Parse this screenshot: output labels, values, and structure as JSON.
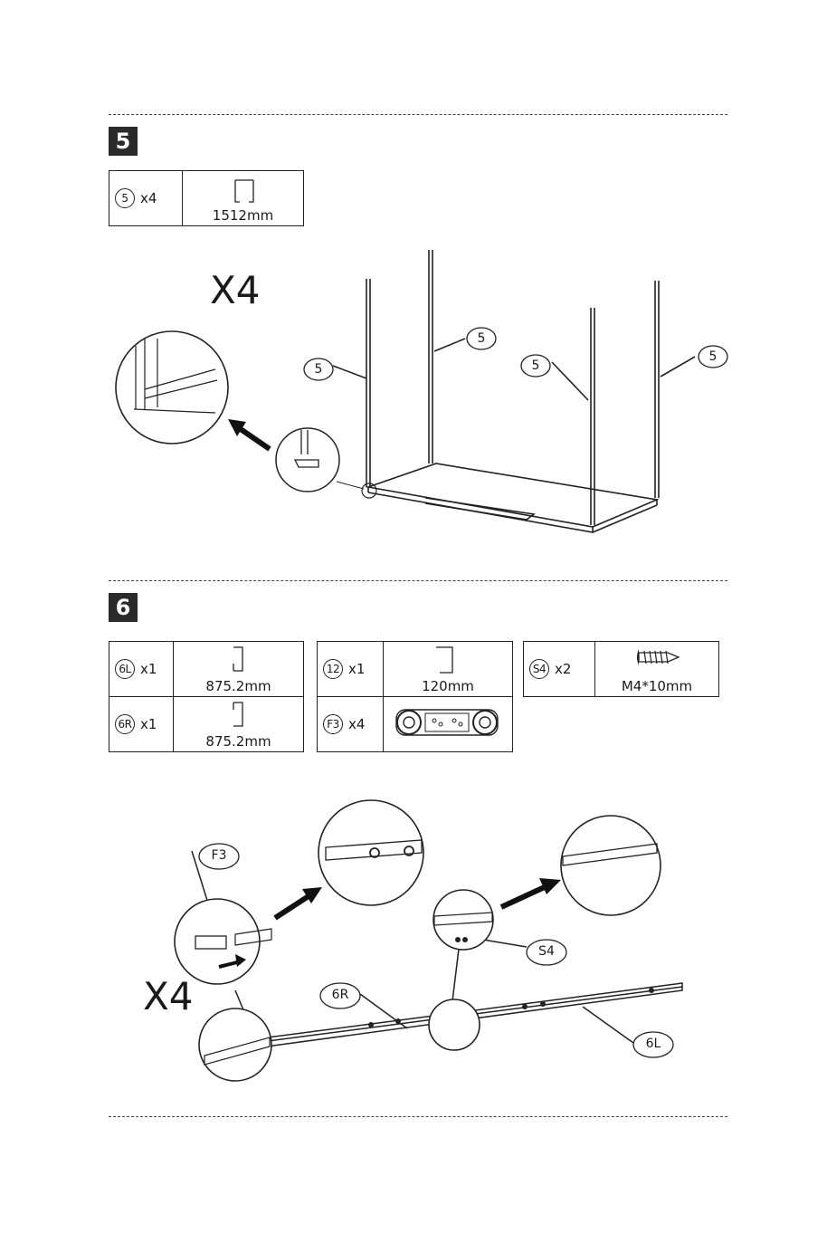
{
  "step5": {
    "number": "5",
    "part": {
      "id": "5",
      "qty": "x4",
      "dim": "1512mm"
    },
    "multiplier": "X4",
    "callouts": [
      "5",
      "5",
      "5",
      "5"
    ]
  },
  "step6": {
    "number": "6",
    "parts": [
      {
        "id": "6L",
        "qty": "x1",
        "dim": "875.2mm"
      },
      {
        "id": "6R",
        "qty": "x1",
        "dim": "875.2mm"
      },
      {
        "id": "12",
        "qty": "x1",
        "dim": "120mm"
      },
      {
        "id": "F3",
        "qty": "x4",
        "dim": ""
      },
      {
        "id": "S4",
        "qty": "x2",
        "dim": "M4*10mm"
      }
    ],
    "multiplier": "X4",
    "callouts": {
      "f3": "F3",
      "s4": "S4",
      "r6": "6R",
      "l6": "6L"
    }
  }
}
